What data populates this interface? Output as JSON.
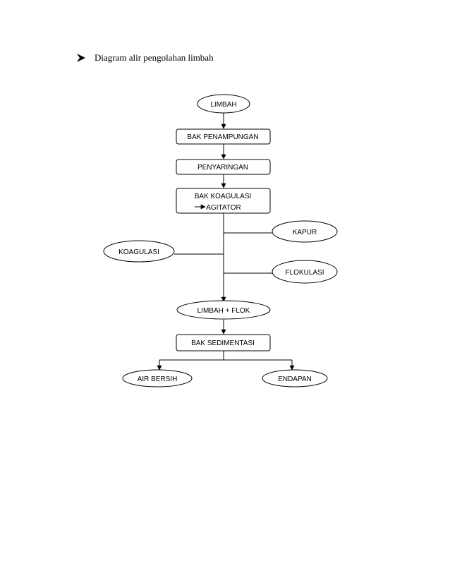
{
  "heading": {
    "bullet_icon": "arrowhead-bullet-icon",
    "text": "Diagram alir pengolahan limbah"
  },
  "diagram": {
    "nodes": {
      "limbah": "LIMBAH",
      "bak_penampungan": "BAK PENAMPUNGAN",
      "penyaringan": "PENYARINGAN",
      "bak_koagulasi_line1": "BAK KOAGULASI",
      "bak_koagulasi_line2": "AGITATOR",
      "kapur": "KAPUR",
      "koagulasi": "KOAGULASI",
      "flokulasi": "FLOKULASI",
      "limbah_flok": "LIMBAH + FLOK",
      "bak_sedimentasi": "BAK SEDIMENTASI",
      "air_bersih": "AIR BERSIH",
      "endapan": "ENDAPAN"
    }
  }
}
